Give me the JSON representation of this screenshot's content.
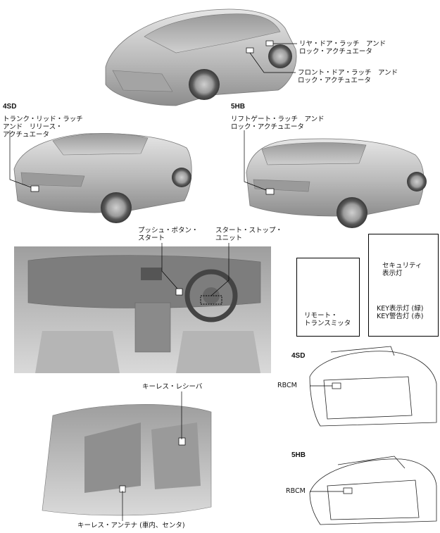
{
  "labels": {
    "rear_door": "リヤ・ドア・ラッチ　アンド\nロック・アクチュエータ",
    "front_door": "フロント・ドア・ラッチ　アンド\nロック・アクチュエータ",
    "section_4sd_top": "4SD",
    "section_5hb_top": "5HB",
    "trunk_lid": "トランク・リッド・ラッチ\nアンド　リリース・\nアクチュエータ",
    "liftgate": "リフトゲート・ラッチ　アンド\nロック・アクチュエータ",
    "push_button": "プッシュ・ボタン・\nスタート",
    "start_stop": "スタート・ストップ・\nユニット",
    "remote": "リモート・\nトランスミッタ",
    "security": "セキュリティ\n表示灯",
    "key_light": "KEY表示灯 (緑)\nKEY警告灯 (赤)",
    "section_4sd_bottom": "4SD",
    "rbcm_4sd": "RBCM",
    "keyless_receiver": "キーレス・レシーバ",
    "section_5hb_bottom": "5HB",
    "rbcm_5hb": "RBCM",
    "keyless_antenna": "キーレス・アンテナ (車内、センタ)"
  }
}
